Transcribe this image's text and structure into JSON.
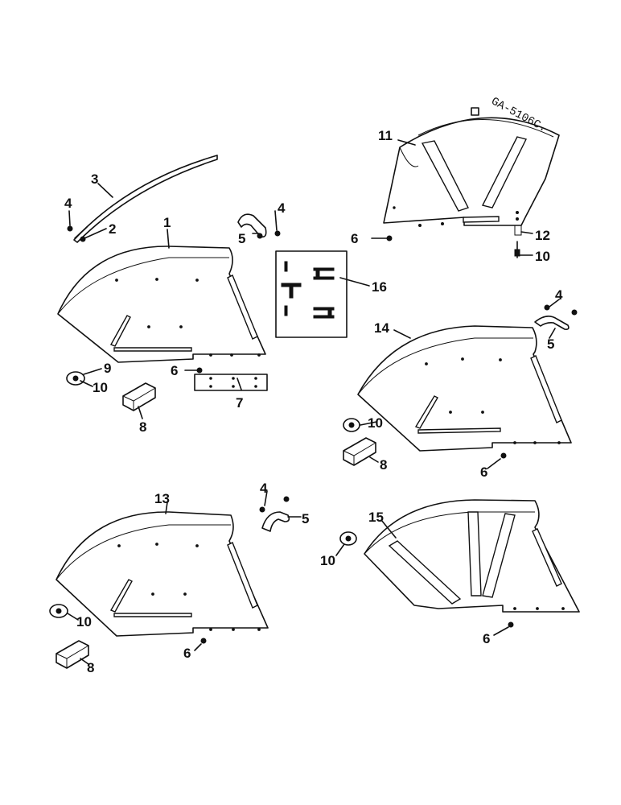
{
  "drawing_code": "GA-5106C.",
  "callouts": {
    "c1": "1",
    "c2": "2",
    "c3": "3",
    "c4a": "4",
    "c4b": "4",
    "c4c": "4",
    "c4d": "4",
    "c5a": "5",
    "c5b": "5",
    "c5c": "5",
    "c6a": "6",
    "c6b": "6",
    "c6c": "6",
    "c6d": "6",
    "c6e": "6",
    "c7": "7",
    "c8a": "8",
    "c8b": "8",
    "c8c": "8",
    "c9": "9",
    "c10a": "10",
    "c10b": "10",
    "c10c": "10",
    "c10d": "10",
    "c10e": "10",
    "c11": "11",
    "c12": "12",
    "c13": "13",
    "c14": "14",
    "c15": "15",
    "c16": "16"
  }
}
